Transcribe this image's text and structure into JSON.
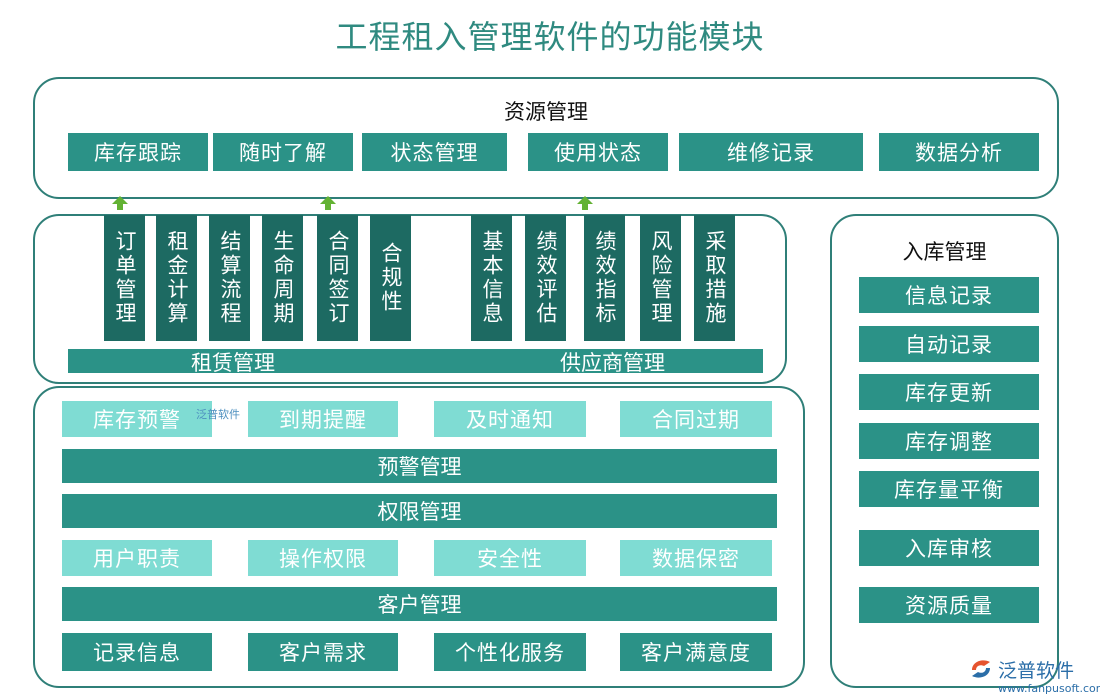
{
  "title": "工程租入管理软件的功能模块",
  "resource": {
    "title": "资源管理",
    "items": [
      "库存跟踪",
      "随时了解",
      "状态管理",
      "使用状态",
      "维修记录",
      "数据分析"
    ]
  },
  "middle": {
    "lease_columns": [
      "订单管理",
      "租金计算",
      "结算流程",
      "生命周期",
      "合同签订",
      "合规性"
    ],
    "supplier_columns": [
      "基本信息",
      "绩效评估",
      "绩效指标",
      "风险管理",
      "采取措施"
    ],
    "lease_label": "租赁管理",
    "supplier_label": "供应商管理"
  },
  "alerts": {
    "items": [
      "库存预警",
      "到期提醒",
      "及时通知",
      "合同过期"
    ],
    "bar": "预警管理"
  },
  "permission": {
    "bar": "权限管理",
    "items": [
      "用户职责",
      "操作权限",
      "安全性",
      "数据保密"
    ]
  },
  "customer": {
    "bar": "客户管理",
    "items": [
      "记录信息",
      "客户需求",
      "个性化服务",
      "客户满意度"
    ]
  },
  "inbound": {
    "title": "入库管理",
    "items": [
      "信息记录",
      "自动记录",
      "库存更新",
      "库存调整",
      "库存量平衡",
      "入库审核",
      "资源质量"
    ]
  },
  "watermark": {
    "text": "泛普软件"
  },
  "logo": {
    "name": "泛普软件",
    "url": "www.fanpusoft.com"
  },
  "colors": {
    "primary": "#2b9287",
    "dark": "#1b5e57",
    "light": "#7fdcd3",
    "border": "#2f7f78",
    "title": "#2f8a80",
    "arrow": "#63b233"
  }
}
